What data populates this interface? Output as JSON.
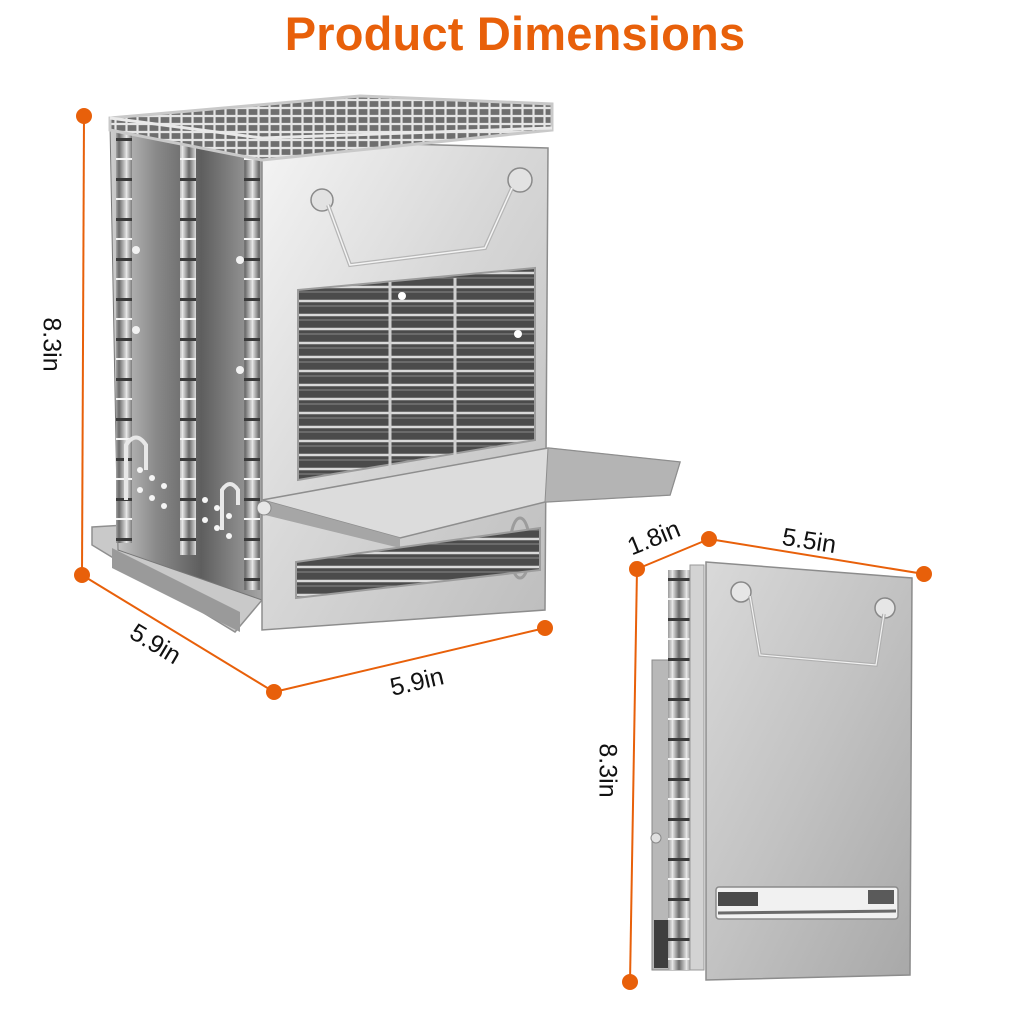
{
  "title": "Product Dimensions",
  "accent_color": "#E8600A",
  "assembled_view": {
    "height_label": "8.3in",
    "depth_label": "5.9in",
    "width_label": "5.9in"
  },
  "folded_view": {
    "thickness_label": "1.8in",
    "width_label": "5.5in",
    "height_label": "8.3in"
  }
}
